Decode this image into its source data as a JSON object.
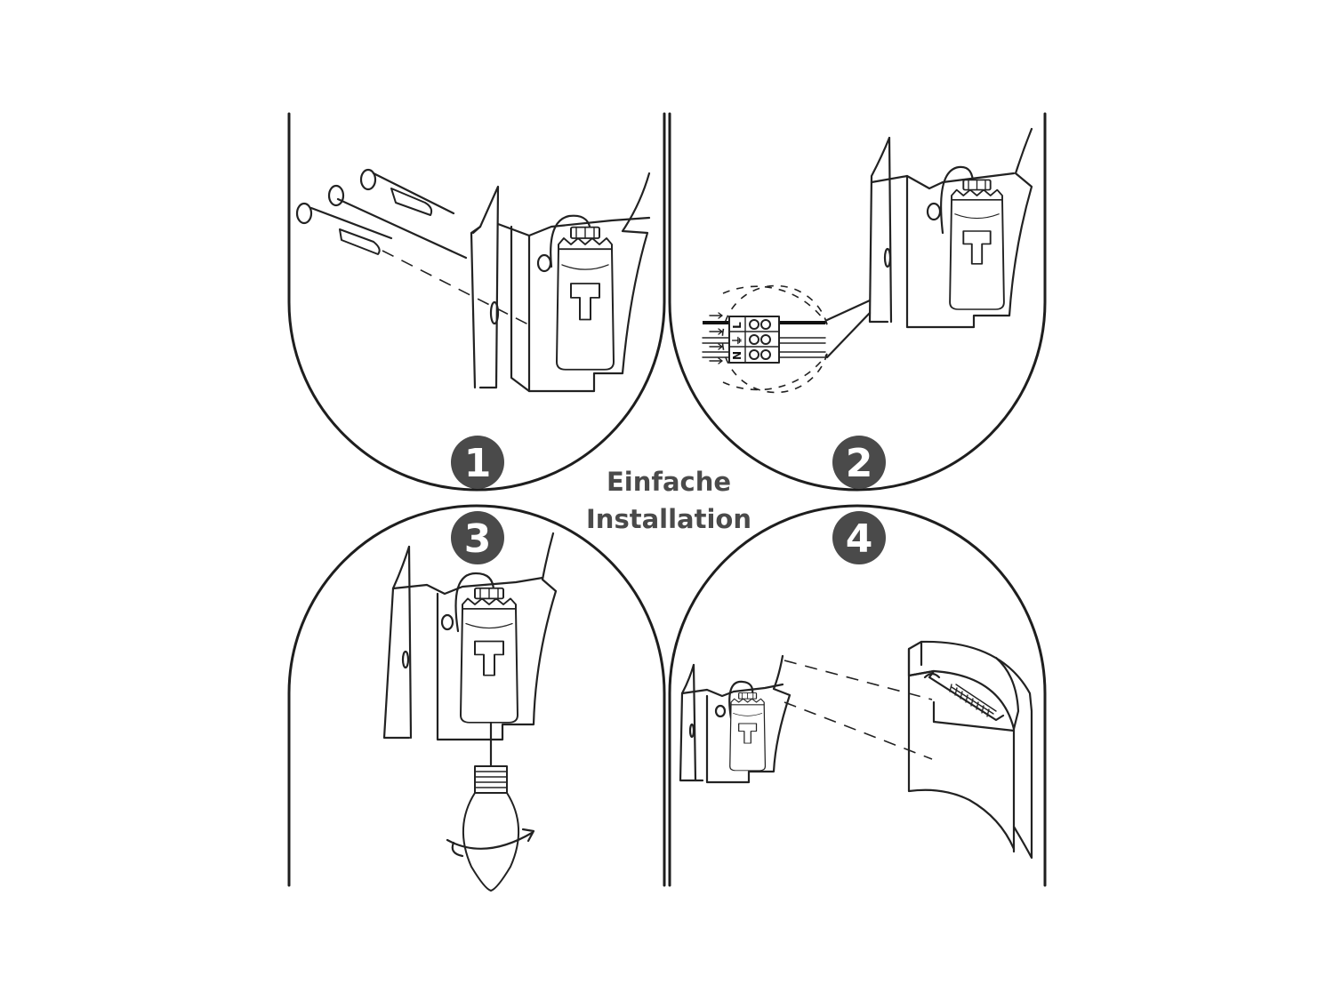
{
  "title": {
    "line1": "Einfache",
    "line2": "Installation"
  },
  "steps": [
    {
      "number": "1"
    },
    {
      "number": "2"
    },
    {
      "number": "3"
    },
    {
      "number": "4"
    }
  ],
  "terminal": {
    "labels": [
      "L",
      "⏚",
      "N"
    ]
  },
  "colors": {
    "badge": "#4a4a4a",
    "title": "#4a4a4a",
    "line": "#222222",
    "background": "#ffffff"
  }
}
